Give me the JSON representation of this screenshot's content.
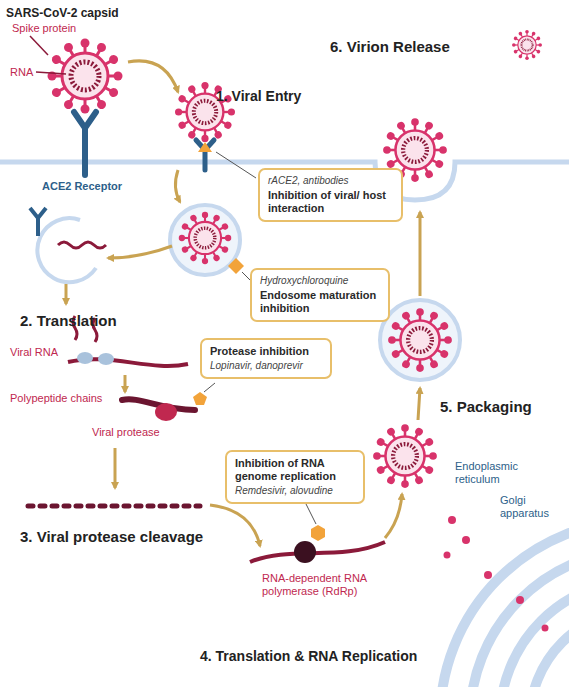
{
  "diagram": {
    "nodes": [
      {
        "text": [
          "rACE2, antibodies",
          "Inhibition of viral/ host interaction"
        ]
      },
      {
        "text": [
          "Hydroxychloroquine",
          "Endosome maturation inhibition"
        ]
      },
      {
        "text": [
          "Protease inhibition",
          "Lopinavir, danoprevir"
        ]
      },
      {
        "text": [
          "Inhibition of RNA genome replication",
          "Remdesivir, alovudine"
        ]
      }
    ],
    "labels": [
      "SARS-CoV-2 capsid",
      "Spike protein",
      "RNA",
      "ACE2 Receptor",
      "1. Viral Entry",
      "6. Virion Release",
      "2. Translation",
      "Viral RNA",
      "Polypeptide chains",
      "Viral protease",
      "3. Viral protease cleavage",
      "5. Packaging",
      "Endoplasmic reticulum",
      "Golgi apparatus",
      "RNA-dependent RNA polymerase (RdRp)",
      "4. Translation & RNA Replication"
    ]
  }
}
